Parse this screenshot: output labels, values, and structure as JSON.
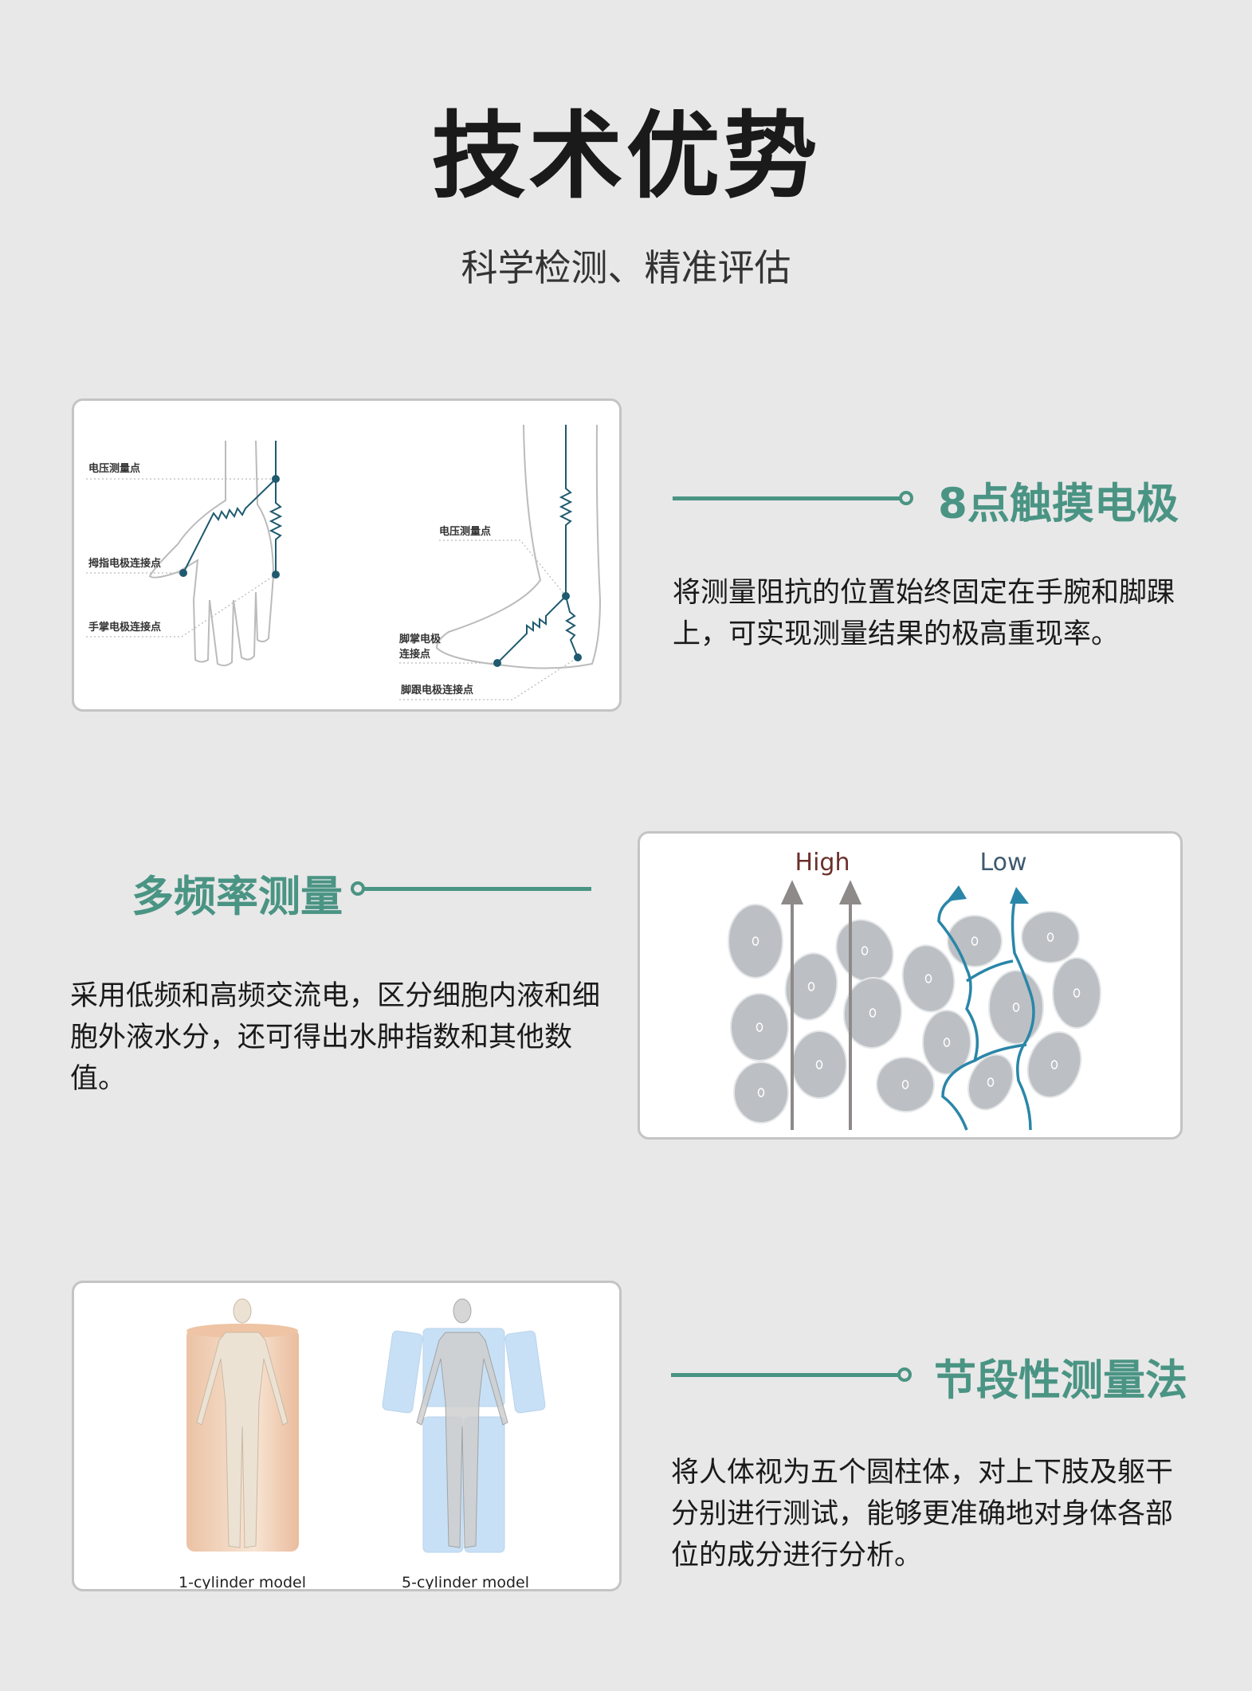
{
  "header": {
    "title": "技术优势",
    "subtitle": "科学检测、精准评估"
  },
  "colors": {
    "accent": "#4a9484",
    "background": "#e8e8e8"
  },
  "sections": [
    {
      "heading": "8点触摸电极",
      "text": "将测量阻抗的位置始终固定在手腕和脚踝上，可实现测量结果的极高重现率。",
      "figure": {
        "hand_voltage": "电压测量点",
        "thumb": "拇指电极连接点",
        "palm": "手掌电极连接点",
        "foot_voltage": "电压测量点",
        "sole_1": "脚掌电极",
        "sole_2": "连接点",
        "heel": "脚跟电极连接点"
      }
    },
    {
      "heading": "多频率测量",
      "text": "采用低频和高频交流电，区分细胞内液和细胞外液水分，还可得出水肿指数和其他数值。",
      "figure": {
        "high": "High",
        "low": "Low"
      }
    },
    {
      "heading": "节段性测量法",
      "text": "将人体视为五个圆柱体，对上下肢及躯干分别进行测试，能够更准确地对身体各部位的成分进行分析。",
      "figure": {
        "model_1": "1-cylinder model",
        "model_5": "5-cylinder model"
      }
    }
  ]
}
